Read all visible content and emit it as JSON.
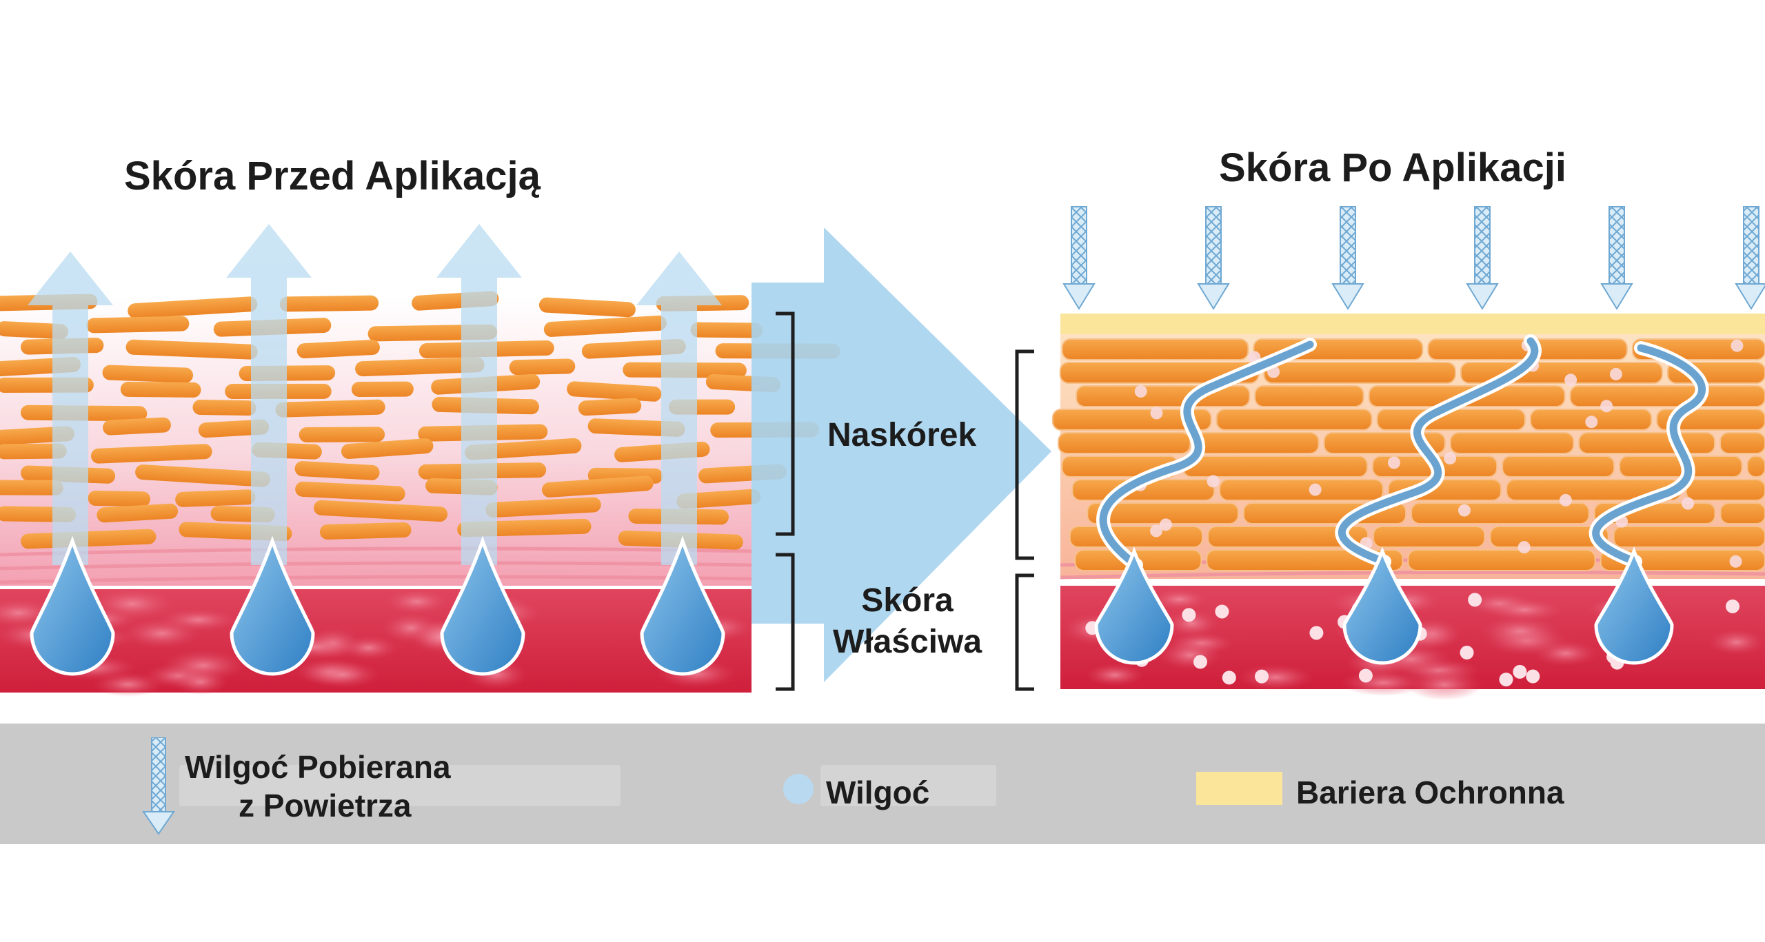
{
  "titles": {
    "before": "Skóra Przed Aplikacją",
    "after": "Skóra Po Aplikacji"
  },
  "layers": {
    "epidermis": "Naskórek",
    "dermis_line1": "Skóra",
    "dermis_line2": "Właściwa"
  },
  "legend": {
    "air_moisture_line1": "Wilgoć Pobierana",
    "air_moisture_line2": "z Powietrza",
    "moisture": "Wilgoć",
    "barrier": "Bariera Ochronna"
  },
  "colors": {
    "cell_orange": "#f0922e",
    "cell_orange_light": "#f6b25c",
    "dermis_red": "#d8233f",
    "dermis_spot": "#e8607a",
    "skin_pink": "#f7c6cf",
    "moisture_blue": "#3f8fd0",
    "moisture_light": "#a9d6ef",
    "barrier_yellow": "#fbe59a",
    "legend_bg": "#c9c9c9"
  },
  "icons": [
    "upward-arrow-icon",
    "droplet-icon",
    "downward-arrow-icon",
    "transition-arrow-icon",
    "bracket-icon",
    "wavy-channel-icon"
  ]
}
